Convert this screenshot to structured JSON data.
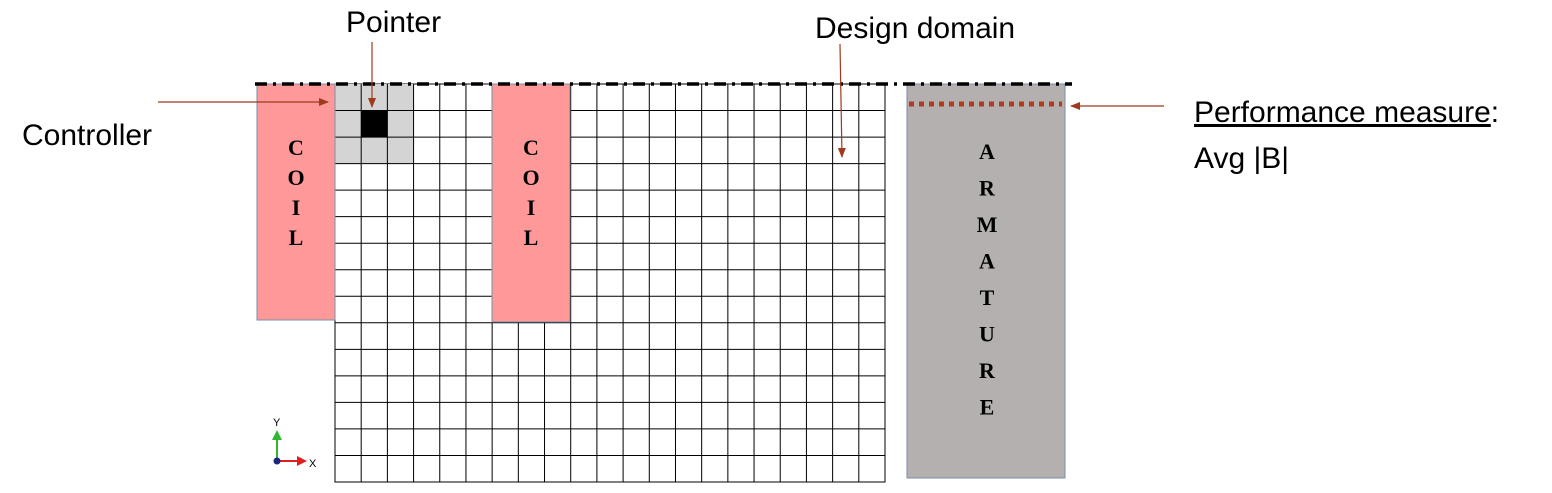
{
  "labels": {
    "pointer": "Pointer",
    "design_domain": "Design domain",
    "controller": "Controller",
    "performance_measure": "Performance measure",
    "performance_colon": ":",
    "avg_b": "Avg |B|"
  },
  "coil_left": {
    "letters": [
      "C",
      "O",
      "I",
      "L"
    ]
  },
  "coil_right": {
    "letters": [
      "C",
      "O",
      "I",
      "L"
    ]
  },
  "armature": {
    "letters": [
      "A",
      "R",
      "M",
      "A",
      "T",
      "U",
      "R",
      "E"
    ]
  },
  "axes": {
    "y": "Y",
    "x": "X"
  },
  "colors": {
    "coil_fill": "#ff9999",
    "armature_fill": "#b3b0af",
    "arrow": "#a0391e",
    "performance_line": "#b23a1c",
    "controller_cell": "#d4d4d4",
    "pointer_cell": "#000000",
    "axis_y": "#2eb82e",
    "axis_x": "#e02020",
    "axis_origin": "#1a237e"
  }
}
